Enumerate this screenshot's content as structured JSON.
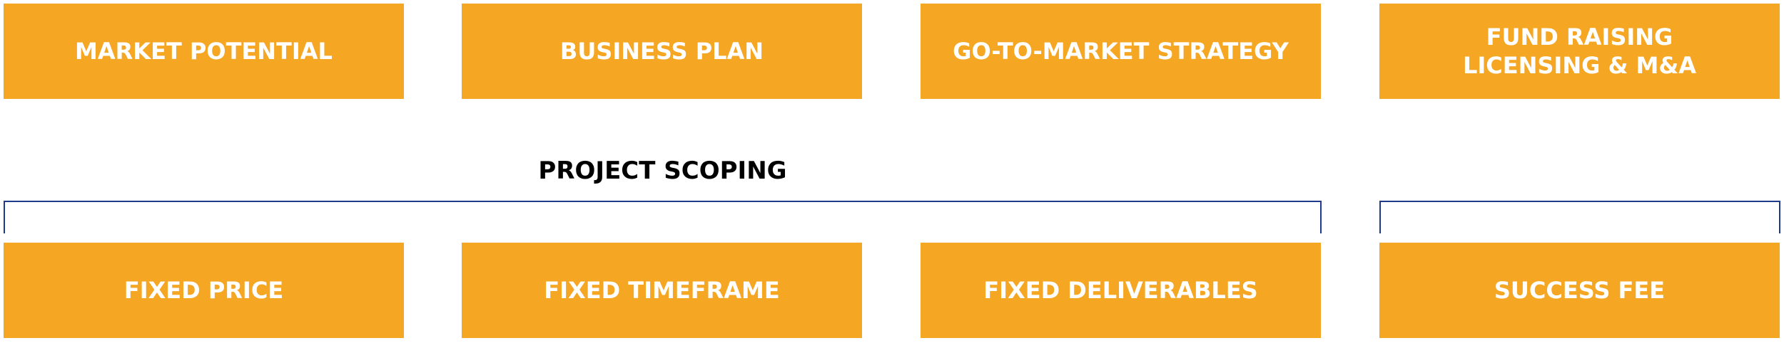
{
  "top_row": [
    {
      "lines": [
        "MARKET POTENTIAL"
      ]
    },
    {
      "lines": [
        "BUSINESS PLAN"
      ]
    },
    {
      "lines": [
        "GO-TO-MARKET STRATEGY"
      ]
    },
    {
      "lines": [
        "FUND RAISING",
        "LICENSING & M&A"
      ]
    }
  ],
  "scoping": {
    "label": "PROJECT SCOPING"
  },
  "bottom_row": [
    {
      "label": "FIXED PRICE"
    },
    {
      "label": "FIXED TIMEFRAME"
    },
    {
      "label": "FIXED DELIVERABLES"
    },
    {
      "label": "SUCCESS FEE"
    }
  ],
  "colors": {
    "box_fill": "#f5a623",
    "box_text": "#ffffff",
    "bracket": "#1f3a8a",
    "label_text": "#000000"
  }
}
